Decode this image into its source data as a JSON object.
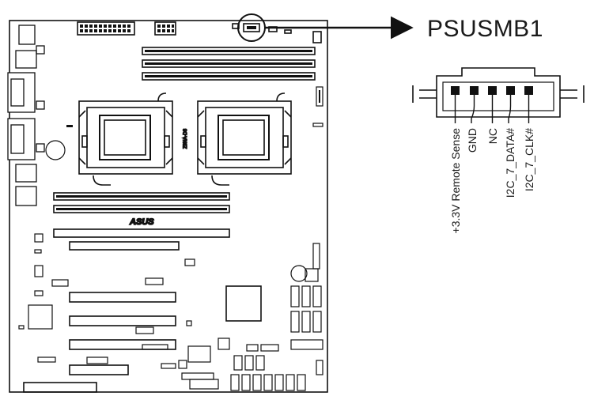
{
  "diagram": {
    "connector_name": "PSUSMB1",
    "brand_logo_text": "ASUS",
    "socket_label": "Z9NA-D6",
    "pins": [
      {
        "label": "+3.3V Remote Sense"
      },
      {
        "label": "GND"
      },
      {
        "label": "NC"
      },
      {
        "label": "I2C_7_DATA#"
      },
      {
        "label": "I2C_7_CLK#"
      }
    ]
  }
}
